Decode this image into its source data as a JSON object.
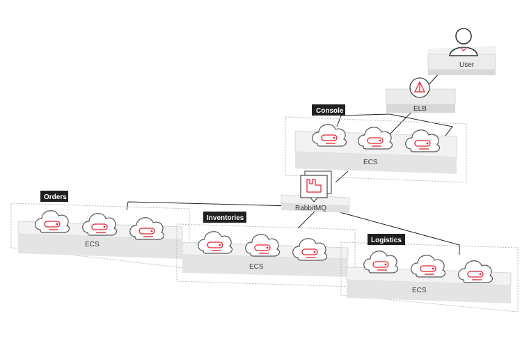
{
  "colors": {
    "accent": "#e0202f",
    "tag_bg": "#1f1f1f",
    "platform_top": "#f2f2f2",
    "platform_side": "#dcdcdc",
    "connector": "#222222",
    "group_border": "#b5b5b5"
  },
  "nodes": {
    "user": {
      "label": "User",
      "icon": "user-avatar-icon"
    },
    "elb": {
      "label": "ELB",
      "icon": "load-balancer-icon"
    },
    "rabbitmq": {
      "label": "RabbitMQ",
      "icon": "rabbitmq-icon"
    }
  },
  "groups": {
    "console": {
      "tag": "Console",
      "label": "ECS",
      "server_icon": "ecs-cloud-icon",
      "server_count": 3
    },
    "orders": {
      "tag": "Orders",
      "label": "ECS",
      "server_icon": "ecs-cloud-icon",
      "server_count": 3
    },
    "inventories": {
      "tag": "Inventories",
      "label": "ECS",
      "server_icon": "ecs-cloud-icon",
      "server_count": 3
    },
    "logistics": {
      "tag": "Logistics",
      "label": "ECS",
      "server_icon": "ecs-cloud-icon",
      "server_count": 3
    }
  }
}
